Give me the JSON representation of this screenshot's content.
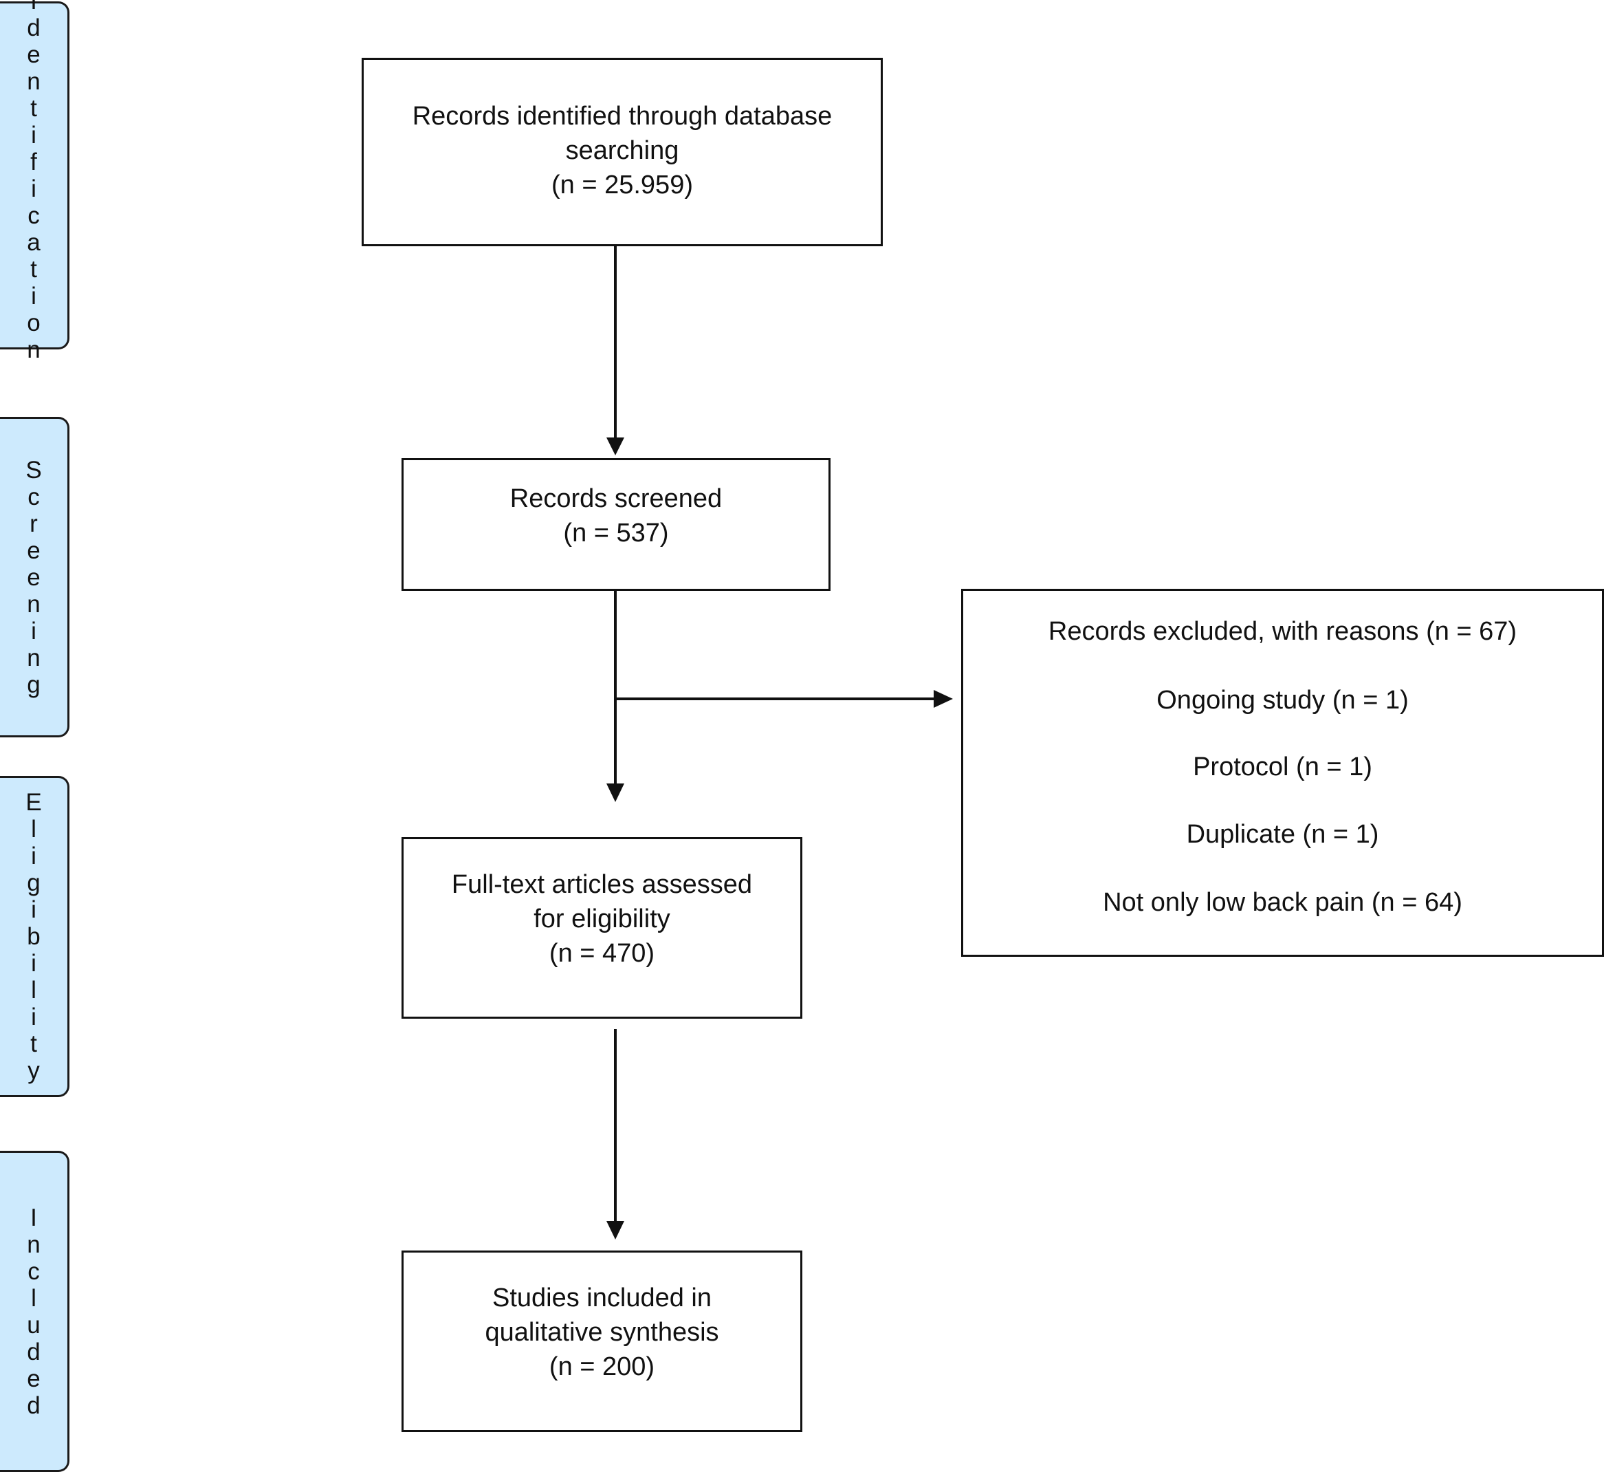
{
  "phases": {
    "identification": "Identification",
    "screening": "Screening",
    "eligibility": "Eligibility",
    "included": "Included"
  },
  "boxes": {
    "identified": {
      "line1": "Records identified through database",
      "line2": "searching",
      "count": "(n =  25.959)"
    },
    "screened": {
      "line1": "Records screened",
      "count": "(n = 537)"
    },
    "excluded": {
      "heading": "Records excluded, with reasons (n = 67)",
      "reasons": [
        "Ongoing study (n = 1)",
        "Protocol (n = 1)",
        "Duplicate (n = 1)",
        "Not only low back pain (n = 64)"
      ]
    },
    "fulltext": {
      "line1": "Full-text articles assessed",
      "line2": "for eligibility",
      "count": "(n =  470)"
    },
    "included": {
      "line1": "Studies included in",
      "line2": "qualitative synthesis",
      "count": "(n = 200)"
    }
  },
  "colors": {
    "phase_fill": "#cdeafd",
    "stroke": "#111111"
  }
}
